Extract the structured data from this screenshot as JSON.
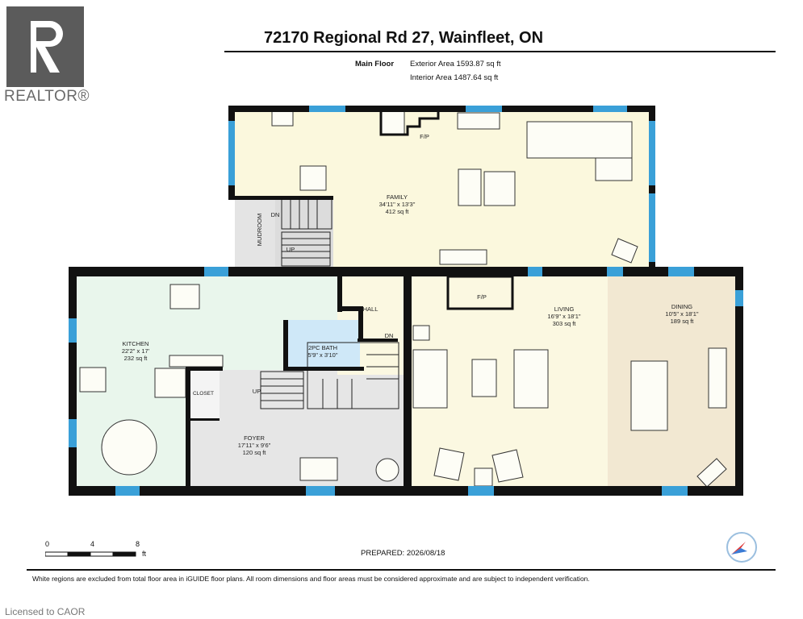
{
  "header": {
    "title": "72170 Regional Rd 27, Wainfleet, ON",
    "floor_label": "Main Floor",
    "exterior_area": "Exterior Area 1593.87 sq ft",
    "interior_area": "Interior Area 1487.64 sq ft"
  },
  "branding": {
    "logo_text": "REALTOR®",
    "license": "Licensed to CAOR"
  },
  "rooms": {
    "family": {
      "name": "FAMILY",
      "dims": "34'11\" x 13'3\"",
      "area": "412 sq ft"
    },
    "kitchen": {
      "name": "KITCHEN",
      "dims": "22'2\" x 17'",
      "area": "232 sq ft"
    },
    "living": {
      "name": "LIVING",
      "dims": "16'9\" x 18'1\"",
      "area": "303 sq ft"
    },
    "dining": {
      "name": "DINING",
      "dims": "10'5\" x 18'1\"",
      "area": "189 sq ft"
    },
    "foyer": {
      "name": "FOYER",
      "dims": "17'11\" x 9'6\"",
      "area": "120 sq ft"
    },
    "bath": {
      "name": "2PC BATH",
      "dims": "5'9\" x 3'10\""
    },
    "hall": {
      "name": "HALL"
    },
    "closet": {
      "name": "CLOSET"
    },
    "mudroom": {
      "name": "MUDROOM"
    }
  },
  "labels": {
    "fp": "F/P",
    "dn": "DN",
    "up": "UP"
  },
  "scale": {
    "ticks": [
      "0",
      "4",
      "8"
    ],
    "unit": "ft"
  },
  "footer": {
    "prepared": "PREPARED: 2026/08/18",
    "disclaimer": "White regions are excluded from total floor area in iGUIDE floor plans. All room dimensions and floor areas must be considered approximate and are subject to independent verification."
  },
  "colors": {
    "family": "#fbf8dd",
    "kitchen": "#e9f6ec",
    "living": "#fbf8e1",
    "dining": "#f2e8d2",
    "foyer": "#e6e6e6",
    "bath": "#cfe8f8",
    "wall": "#111111",
    "window": "#3aa0d8"
  }
}
